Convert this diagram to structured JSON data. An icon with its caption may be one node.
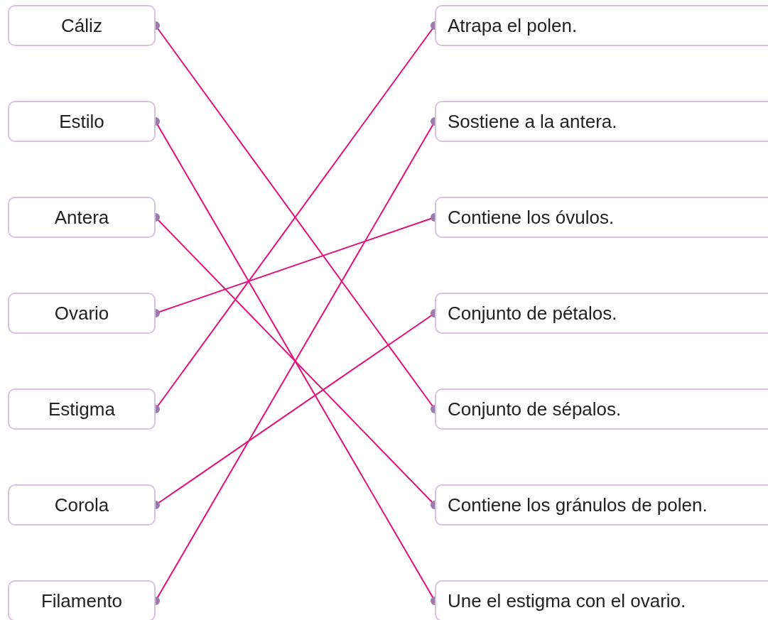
{
  "diagram": {
    "nodes": [
      {
        "text": [
          "Cáliz"
        ]
      },
      {
        "text": [
          "Estilo"
        ]
      },
      {
        "text": [
          "Antera"
        ]
      },
      {
        "text": [
          "Ovario"
        ]
      },
      {
        "text": [
          "Estigma"
        ]
      },
      {
        "text": [
          "Corola"
        ]
      },
      {
        "text": [
          "Filamento"
        ]
      },
      {
        "text": [
          "Atrapa el polen."
        ]
      },
      {
        "text": [
          "Sostiene a la antera."
        ]
      },
      {
        "text": [
          "Contiene los óvulos."
        ]
      },
      {
        "text": [
          "Conjunto de pétalos."
        ]
      },
      {
        "text": [
          "Conjunto de sépalos."
        ]
      },
      {
        "text": [
          "Contiene los gránulos de polen."
        ]
      },
      {
        "text": [
          "Une el estigma con el ovario."
        ]
      }
    ],
    "edges": [
      {
        "from": 0,
        "to": 11,
        "arrow": "other"
      },
      {
        "from": 1,
        "to": 13,
        "arrow": "other"
      },
      {
        "from": 2,
        "to": 12,
        "arrow": "other"
      },
      {
        "from": 3,
        "to": 9,
        "arrow": "other"
      },
      {
        "from": 4,
        "to": 7,
        "arrow": "other"
      },
      {
        "from": 5,
        "to": 10,
        "arrow": "other"
      },
      {
        "from": 6,
        "to": 8,
        "arrow": "other"
      }
    ]
  }
}
